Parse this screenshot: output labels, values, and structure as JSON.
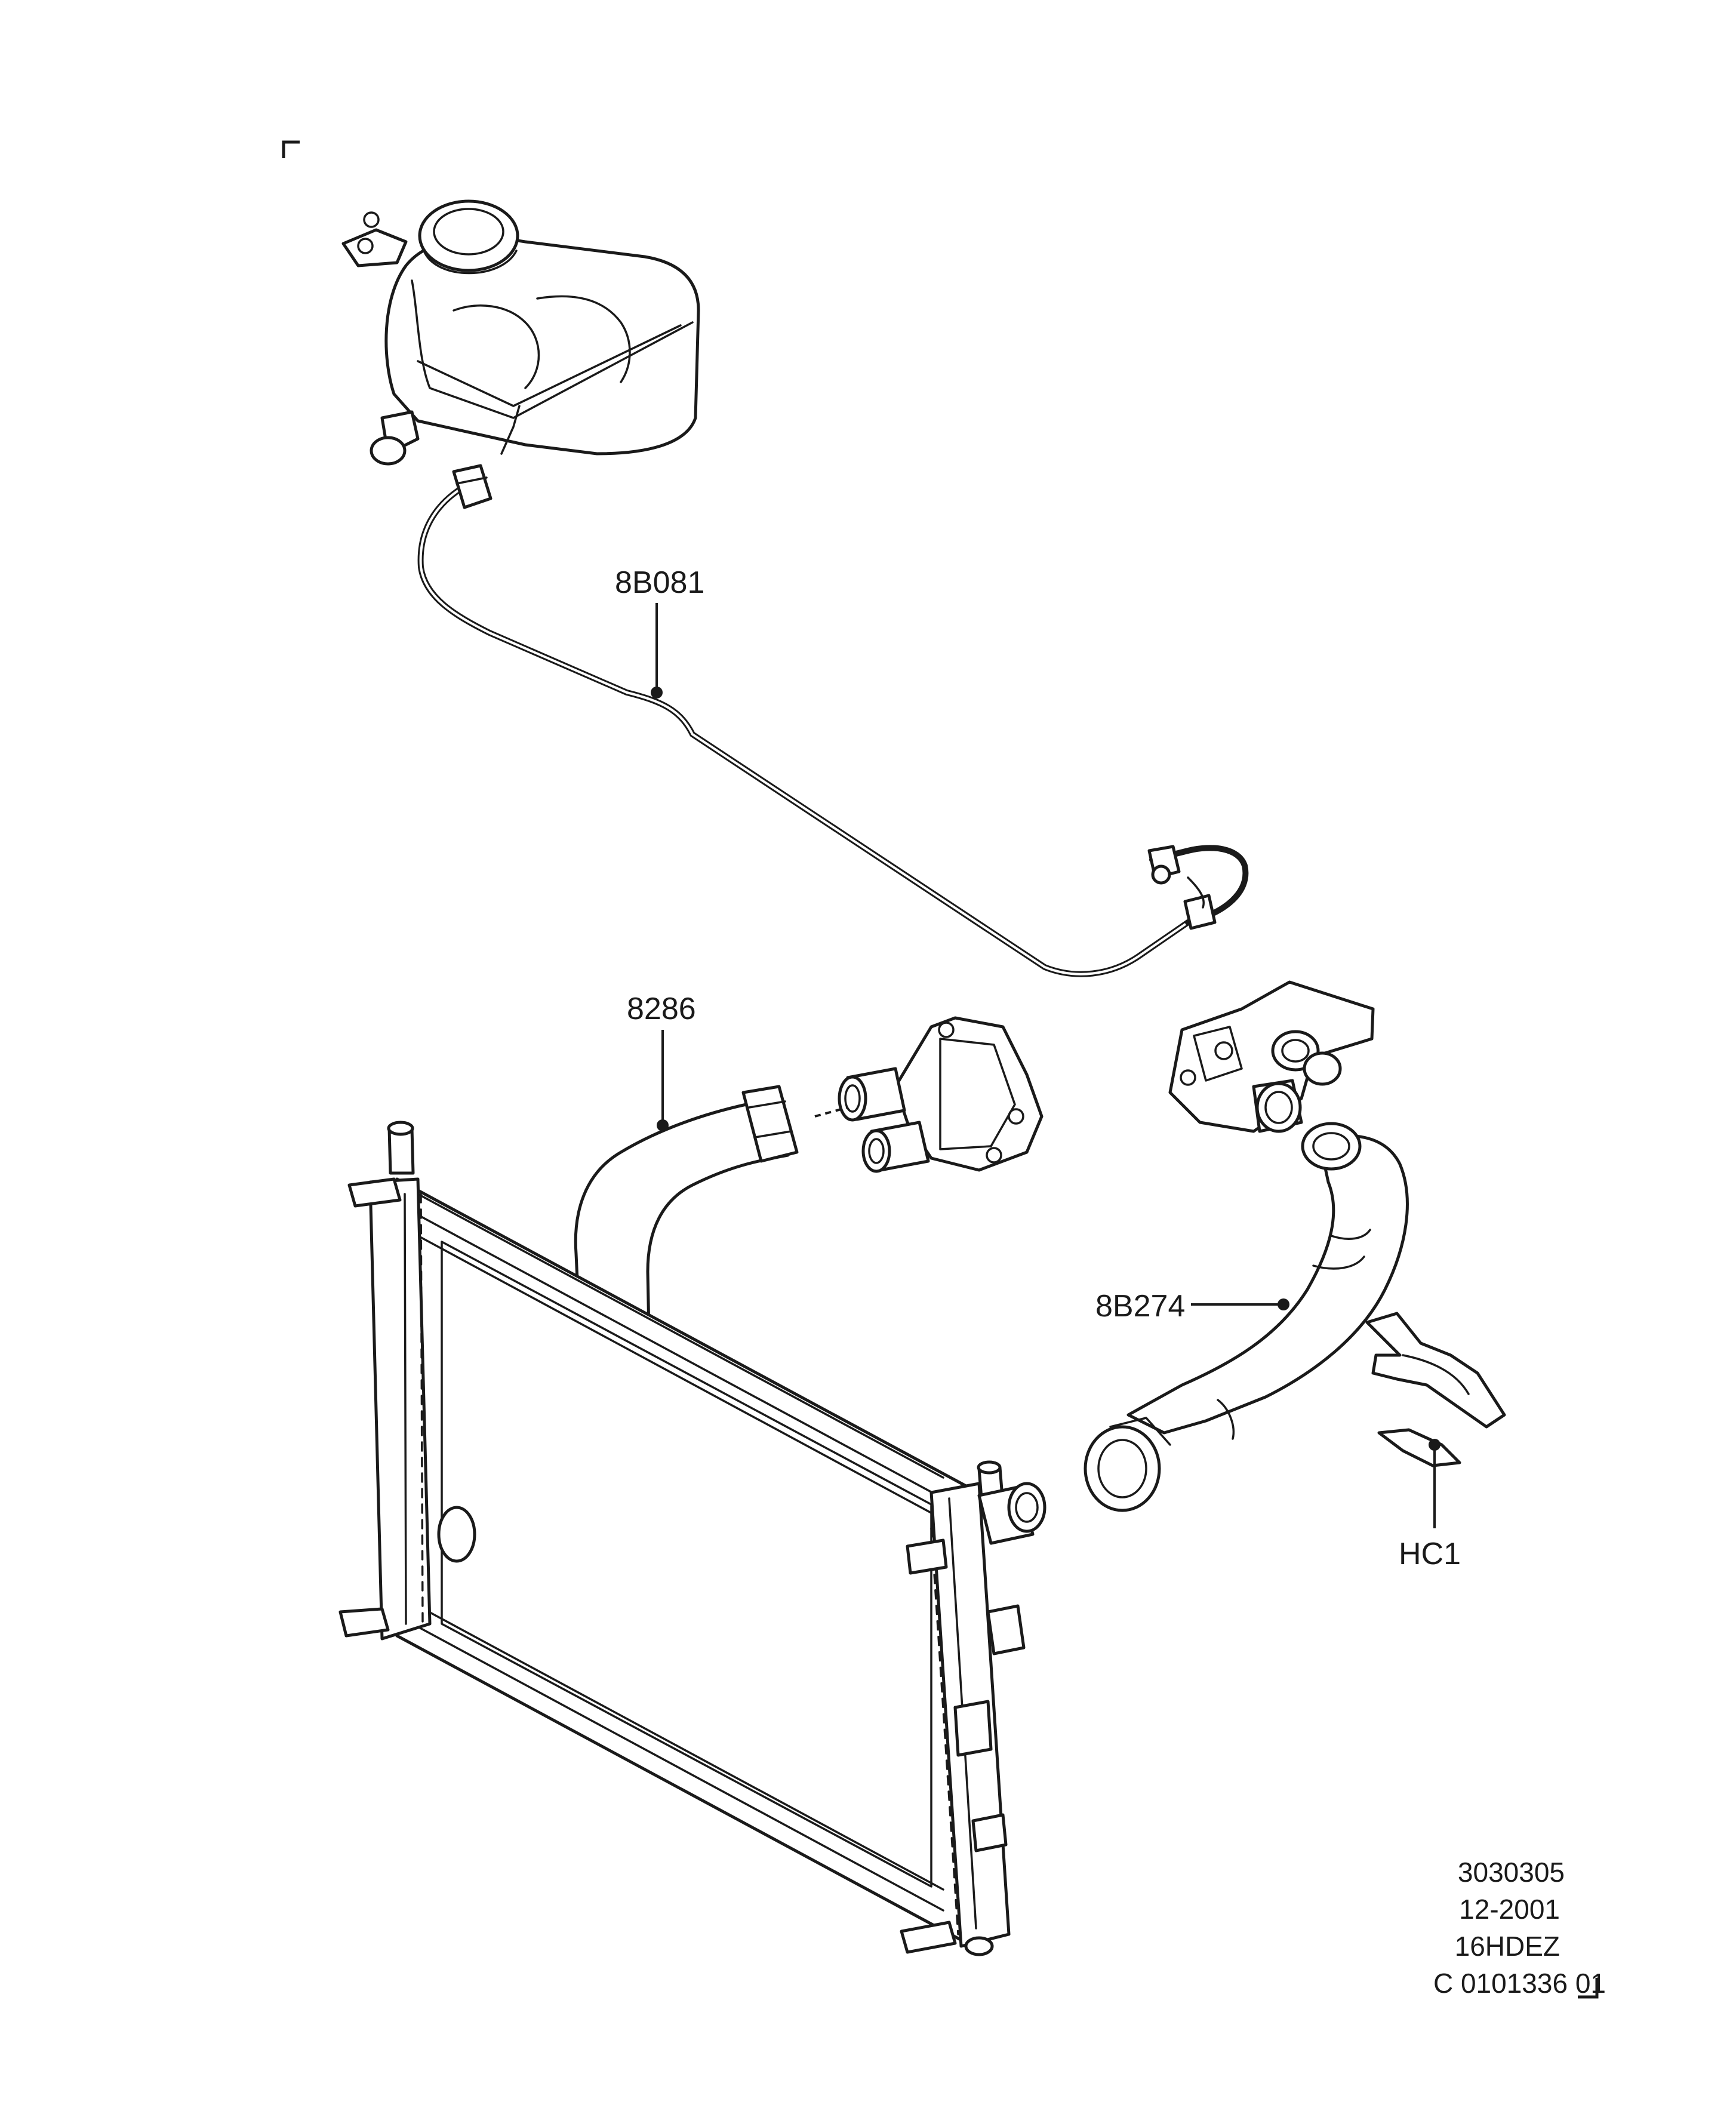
{
  "callouts": {
    "p8B081": "8B081",
    "p8286": "8286",
    "p8B274": "8B274",
    "pHC1": "HC1"
  },
  "footer": {
    "line1": "3030305",
    "line2": "12-2001",
    "line3": "16HDEZ",
    "line4": "C 0101336 01"
  }
}
